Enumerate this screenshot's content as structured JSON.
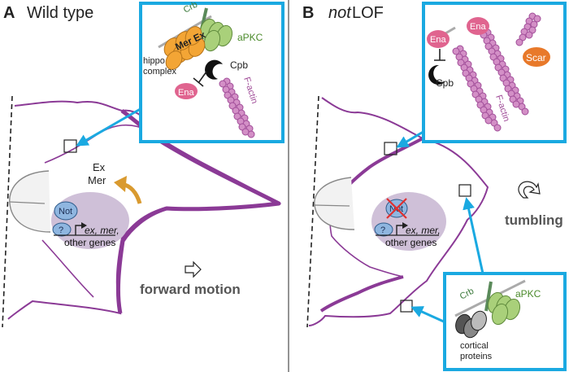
{
  "panelA": {
    "letter": "A",
    "title": "Wild type",
    "inset": {
      "crb": "Crb",
      "mer_ex": "Mer Ex",
      "apkc": "aPKC",
      "hippo_line1": "hippo",
      "hippo_line2": "complex",
      "cpb": "Cpb",
      "ena": "Ena",
      "factin": "F-actin"
    },
    "nucleus": {
      "not": "Not",
      "q": "?",
      "genes_line1": "ex, mer,",
      "genes_line2": "other genes"
    },
    "ex": "Ex",
    "mer": "Mer",
    "motion": "forward motion"
  },
  "panelB": {
    "letter": "B",
    "title_italic": "not",
    "title_rest": " LOF",
    "inset": {
      "ena1": "Ena",
      "ena2": "Ena",
      "scar": "Scar",
      "cpb": "Cpb",
      "factin": "F-actin"
    },
    "nucleus": {
      "not": "Not",
      "q": "?",
      "genes_line1": "ex, mer,",
      "genes_line2": "other genes"
    },
    "motion": "tumbling",
    "inset2": {
      "crb": "Crb",
      "apkc": "aPKC",
      "cortical_line1": "cortical",
      "cortical_line2": "proteins"
    }
  },
  "colors": {
    "membrane": "#8b3a96",
    "cyan": "#1aa9e1",
    "ena_pink": "#e0648f",
    "actin_bead": "#d38fc6",
    "actin_stroke": "#a04c98",
    "apkc_green": "#a9d07a",
    "crb_green": "#5a8a5a",
    "hippo_orange": "#f3a535",
    "scar_orange": "#e8792a",
    "nucleus": "#cfc0d8",
    "not_blue": "#8fb6e0",
    "arrow_gold": "#d99a2f",
    "divider": "#888888"
  }
}
